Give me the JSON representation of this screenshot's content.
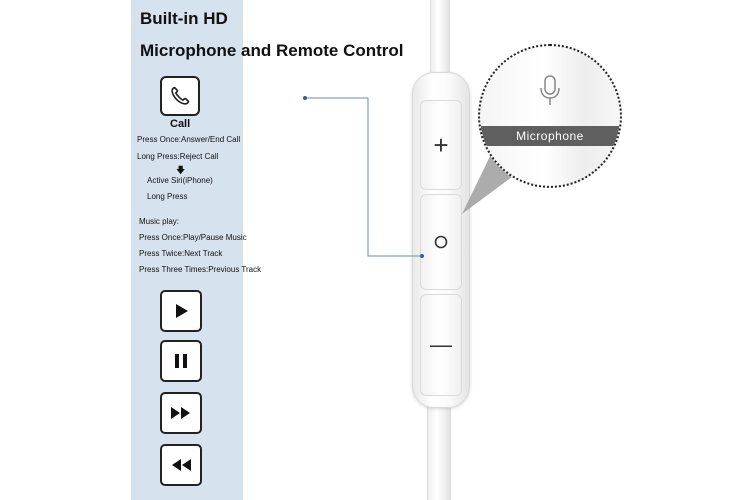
{
  "headline": {
    "line1": "Built-in HD",
    "line2": "Microphone and Remote Control"
  },
  "call": {
    "label": "Call",
    "press_once": "Press Once:Answer/End Call",
    "long_press": "Long Press:Reject Call",
    "siri": "Active Siri(iPhone)",
    "siri_action": "Long Press"
  },
  "music": {
    "heading": "Music play:",
    "press_once": "Press Once:Play/Pause Music",
    "press_twice": "Press Twice:Next Track",
    "press_three": "Press Three Times:Previous Track"
  },
  "remote": {
    "plus": "+",
    "center": "o",
    "minus": "—"
  },
  "microphone_label": "Microphone",
  "icons": [
    "phone-icon",
    "play-icon",
    "pause-icon",
    "fast-forward-icon",
    "rewind-icon",
    "microphone-icon"
  ],
  "colors": {
    "panel": "#d6e2ee",
    "mic_band": "#5f5f5f",
    "pointer_line": "#6b8cb5"
  }
}
